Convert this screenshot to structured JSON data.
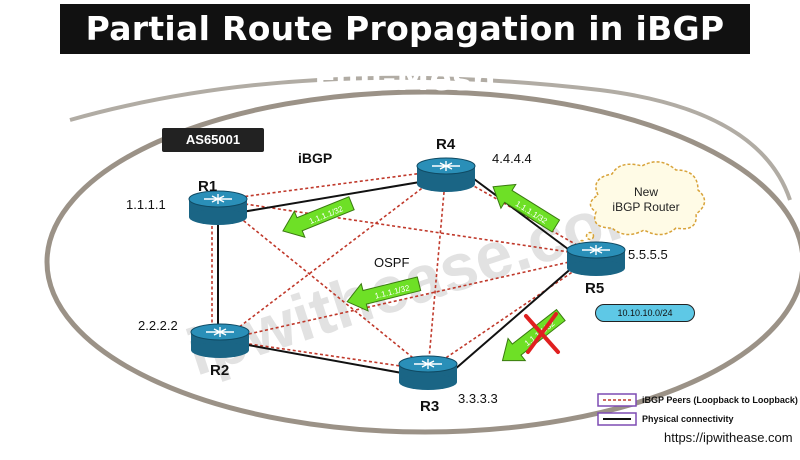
{
  "title": "Partial Route Propagation in iBGP Full-Mesh",
  "as_label": "AS65001",
  "ibgp_label": "iBGP",
  "ospf_label": "OSPF",
  "routers": [
    {
      "name": "R1",
      "ip": "1.1.1.1"
    },
    {
      "name": "R2",
      "ip": "2.2.2.2"
    },
    {
      "name": "R3",
      "ip": "3.3.3.3"
    },
    {
      "name": "R4",
      "ip": "4.4.4.4"
    },
    {
      "name": "R5",
      "ip": "5.5.5.5"
    }
  ],
  "callout": {
    "line1": "New",
    "line2": "iBGP Router"
  },
  "advertised_prefix": "10.10.10.0/24",
  "route_arrows": [
    "1.1.1.1/32",
    "1.1.1.1/32",
    "1.1.1.1/32",
    "1.1.1.1/32"
  ],
  "legend": {
    "ibgp": "iBGP Peers (Loopback to Loopback)",
    "physical": "Physical connectivity"
  },
  "watermark": "ipwithease.com",
  "site_url": "https://ipwithease.com",
  "colors": {
    "title_bg": "#111111",
    "router_blue": "#1f7a9e",
    "ibgp_link": "#c0392b",
    "physical_link": "#111111",
    "arrow_green": "#6ee026",
    "cross_red": "#e02020",
    "prefix_fill": "#5ec8e6"
  }
}
